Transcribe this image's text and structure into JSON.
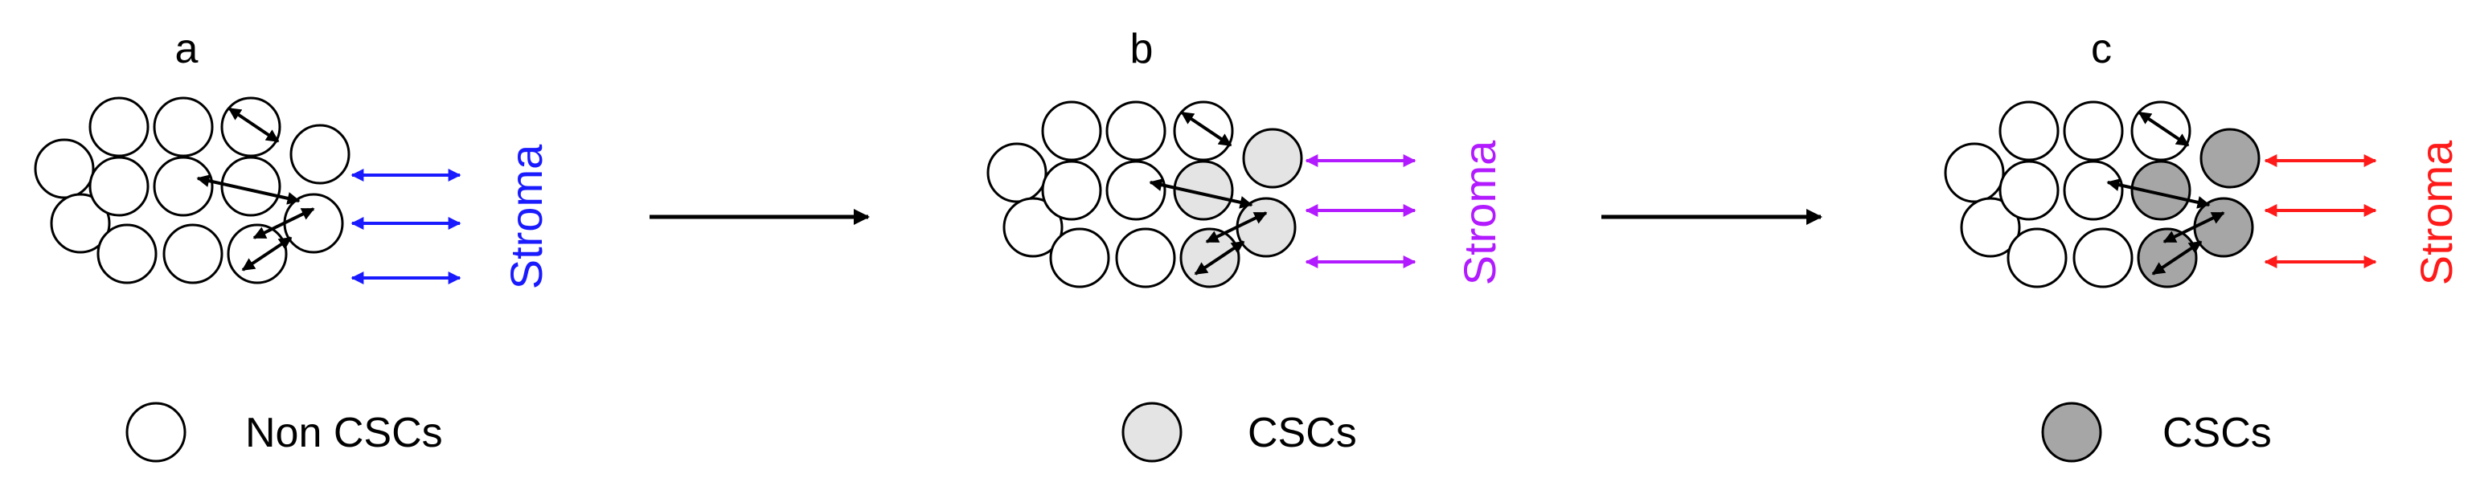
{
  "panels": [
    {
      "label": "a",
      "stroma_label": "Stroma",
      "stroma_color": "#1a1aff",
      "cell_fill": "#ffffff",
      "legend_label": "Non CSCs"
    },
    {
      "label": "b",
      "stroma_label": "Stroma",
      "stroma_color": "#b21aff",
      "cell_fill": "#e4e4e4",
      "legend_label": "CSCs"
    },
    {
      "label": "c",
      "stroma_label": "Stroma",
      "stroma_color": "#ff1a1a",
      "cell_fill": "#a6a6a6",
      "legend_label": "CSCs"
    }
  ],
  "colors": {
    "outline": "#000000",
    "plain_cell": "#ffffff",
    "arrow": "#000000"
  }
}
